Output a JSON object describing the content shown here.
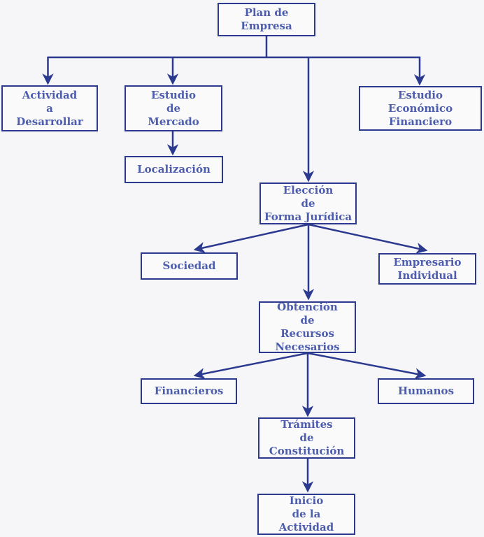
{
  "diagram": {
    "title": "Plan de Empresa",
    "colors": {
      "line": "#2b3a8f",
      "box_border": "#2b3a8f",
      "text": "#4d5dad",
      "background": "#f6f6f8",
      "box_background": "#fafafb"
    },
    "nodes": [
      {
        "id": "plan",
        "label": "Plan de Empresa"
      },
      {
        "id": "actividad",
        "label": "Actividad\na\nDesarrollar"
      },
      {
        "id": "estudio-mercado",
        "label": "Estudio\nde\nMercado"
      },
      {
        "id": "estudio-economico",
        "label": "Estudio\nEconómico Financiero"
      },
      {
        "id": "localizacion",
        "label": "Localización"
      },
      {
        "id": "eleccion",
        "label": "Elección\nde\nForma Jurídica"
      },
      {
        "id": "sociedad",
        "label": "Sociedad"
      },
      {
        "id": "empresario",
        "label": "Empresario\nIndividual"
      },
      {
        "id": "obtencion",
        "label": "Obtención\nde\nRecursos\nNecesarios"
      },
      {
        "id": "financieros",
        "label": "Financieros"
      },
      {
        "id": "humanos",
        "label": "Humanos"
      },
      {
        "id": "tramites",
        "label": "Trámites\nde\nConstitución"
      },
      {
        "id": "inicio",
        "label": "Inicio\nde la\nActividad"
      }
    ],
    "edges": [
      {
        "from": "plan",
        "to": "actividad"
      },
      {
        "from": "plan",
        "to": "estudio-mercado"
      },
      {
        "from": "plan",
        "to": "estudio-economico"
      },
      {
        "from": "plan",
        "to": "eleccion"
      },
      {
        "from": "estudio-mercado",
        "to": "localizacion"
      },
      {
        "from": "eleccion",
        "to": "sociedad"
      },
      {
        "from": "eleccion",
        "to": "empresario"
      },
      {
        "from": "eleccion",
        "to": "obtencion"
      },
      {
        "from": "obtencion",
        "to": "financieros"
      },
      {
        "from": "obtencion",
        "to": "humanos"
      },
      {
        "from": "obtencion",
        "to": "tramites"
      },
      {
        "from": "tramites",
        "to": "inicio"
      }
    ]
  }
}
